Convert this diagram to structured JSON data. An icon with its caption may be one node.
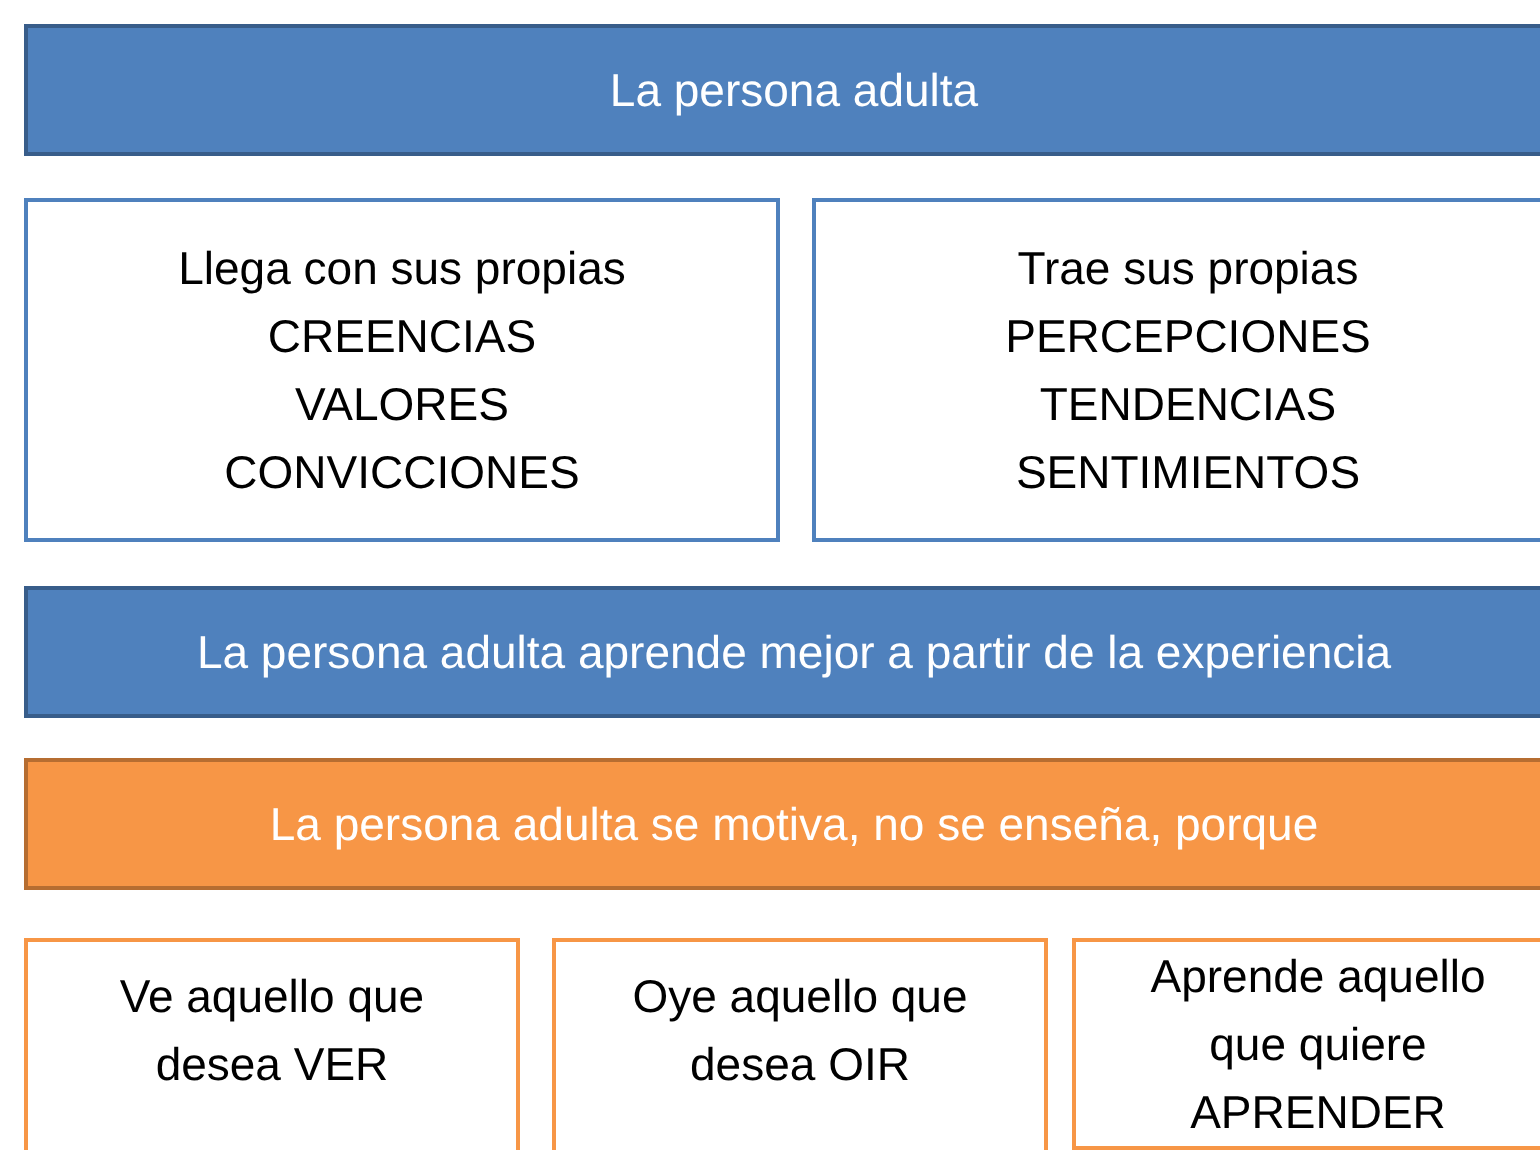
{
  "diagram": {
    "nodes": [
      {
        "text": [
          "La persona adulta"
        ]
      },
      {
        "text": [
          "Llega con sus propias",
          "CREENCIAS",
          "VALORES",
          "CONVICCIONES"
        ]
      },
      {
        "text": [
          "Trae sus propias",
          "PERCEPCIONES",
          "TENDENCIAS",
          "SENTIMIENTOS"
        ]
      },
      {
        "text": [
          "La persona adulta aprende mejor a partir de la experiencia"
        ]
      },
      {
        "text": [
          "La persona adulta se motiva, no se enseña, porque"
        ]
      },
      {
        "text": [
          "Ve aquello que desea VER"
        ]
      },
      {
        "text": [
          "Oye aquello que desea OIR"
        ]
      },
      {
        "text": [
          "Aprende aquello que quiere APRENDER"
        ]
      }
    ],
    "edges": []
  }
}
